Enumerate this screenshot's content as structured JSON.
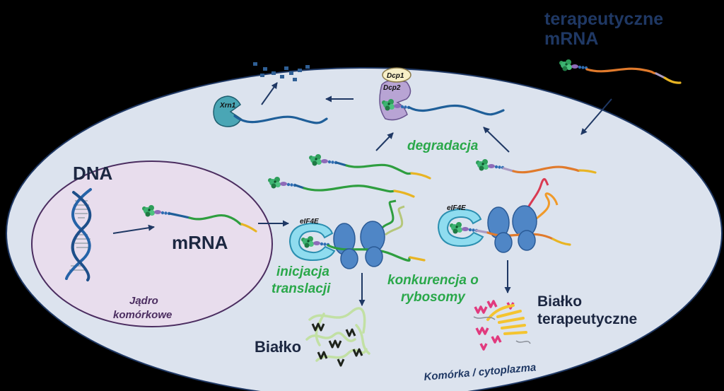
{
  "labels": {
    "therapeutic_mrna": [
      "terapeutyczne",
      "mRNA"
    ],
    "dna": "DNA",
    "mrna": "mRNA",
    "nucleus": [
      "Jądro",
      "komórkowe"
    ],
    "degradation": "degradacja",
    "initiation": [
      "inicjacja",
      "translacji"
    ],
    "competition": [
      "konkurencja o",
      "rybosomy"
    ],
    "protein": "Białko",
    "therapeutic_protein": [
      "Białko",
      "terapeutyczne"
    ],
    "cell": "Komórka / cytoplazma",
    "dcp1": "Dcp1",
    "dcp2": "Dcp2",
    "xrn1": "Xrn1",
    "eif4e_left": "eIF4E",
    "eif4e_right": "eIF4E"
  },
  "colors": {
    "background": "#000000",
    "cell-fill": "#dce3ee",
    "cell-stroke": "#1f3864",
    "nucleus-fill": "#e8dded",
    "nucleus-stroke": "#4b2d60",
    "label-dark": "#1c2741",
    "label-green": "#2aa84a",
    "title-blue": "#1f3864",
    "nucleus-label": "#4b2d60"
  }
}
